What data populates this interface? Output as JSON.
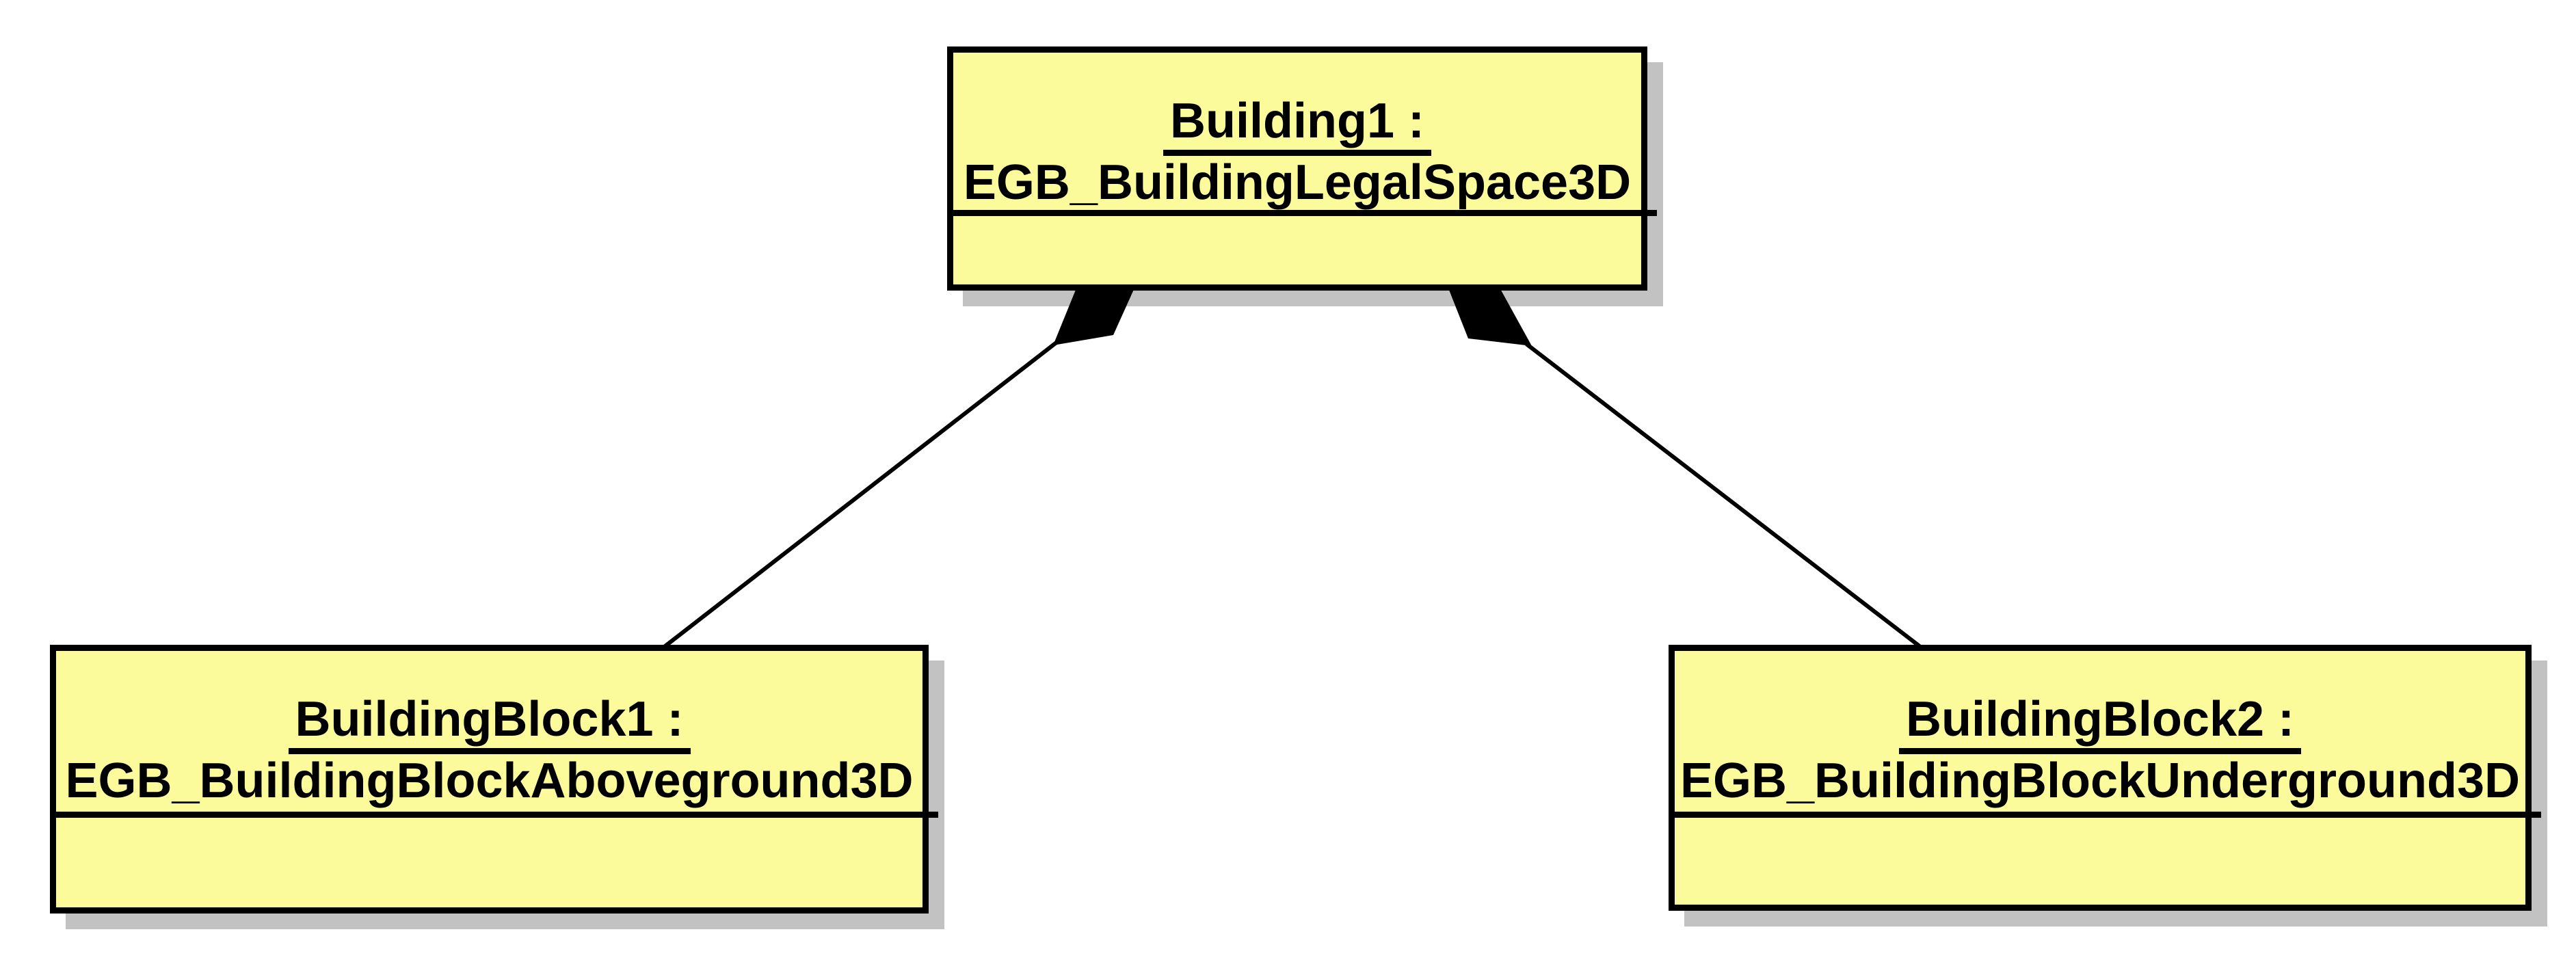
{
  "diagram": {
    "kind": "uml-object-diagram",
    "objects": [
      {
        "id": "building1",
        "name": "Building1 :",
        "type": "EGB_BuildingLegalSpace3D"
      },
      {
        "id": "buildingblock1",
        "name": "BuildingBlock1 :",
        "type": "EGB_BuildingBlockAboveground3D"
      },
      {
        "id": "buildingblock2",
        "name": "BuildingBlock2 :",
        "type": "EGB_BuildingBlockUnderground3D"
      }
    ],
    "connections": [
      {
        "from": "building1",
        "to": "buildingblock1",
        "relation": "composition"
      },
      {
        "from": "building1",
        "to": "buildingblock2",
        "relation": "composition"
      }
    ],
    "colors": {
      "box_fill": "#FBFB9B",
      "box_border": "#000000",
      "box_shadow": "#C2C2C2",
      "connector": "#000000",
      "background": "#FFFFFF"
    }
  }
}
